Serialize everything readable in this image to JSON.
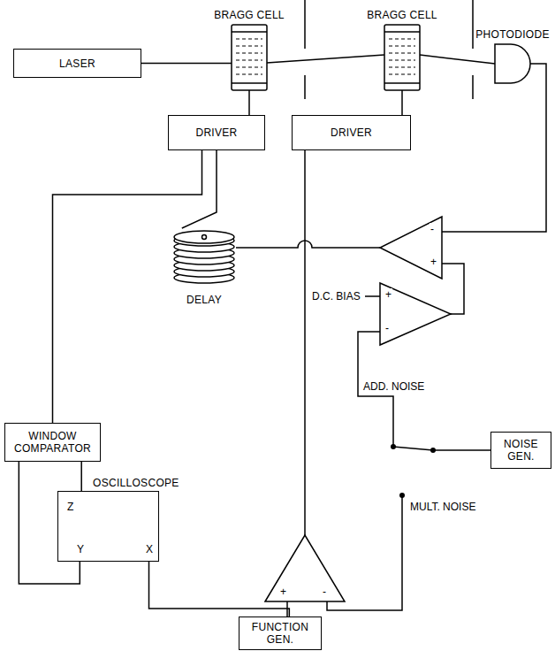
{
  "diagram": {
    "nodes": [
      {
        "text": [
          "LASER"
        ]
      },
      {
        "text": [
          "BRAGG CELL"
        ]
      },
      {
        "text": [
          "BRAGG CELL"
        ]
      },
      {
        "text": [
          "PHOTODIODE"
        ]
      },
      {
        "text": [
          "DRIVER"
        ]
      },
      {
        "text": [
          "DRIVER"
        ]
      },
      {
        "text": [
          "DELAY"
        ]
      },
      {
        "text": [
          "WINDOW COMPARATOR"
        ]
      },
      {
        "text": [
          "OSCILLOSCOPE"
        ]
      },
      {
        "text": [
          "NOISE GEN."
        ]
      },
      {
        "text": [
          "FUNCTION GEN."
        ]
      }
    ],
    "edges": [
      {
        "from": 0,
        "to": 1,
        "arrow": "none"
      },
      {
        "from": 1,
        "to": 2,
        "arrow": "none"
      },
      {
        "from": 2,
        "to": 3,
        "arrow": "none"
      },
      {
        "from": 4,
        "to": 1,
        "arrow": "none"
      },
      {
        "from": 5,
        "to": 2,
        "arrow": "none"
      },
      {
        "from": 4,
        "to": 6,
        "arrow": "none"
      },
      {
        "from": 4,
        "to": 7,
        "arrow": "none"
      },
      {
        "from": 7,
        "to": 8,
        "arrow": "none"
      },
      {
        "from": 7,
        "to": 8,
        "arrow": "none"
      },
      {
        "from": 10,
        "to": 8,
        "arrow": "none"
      }
    ],
    "labels": [
      "D.C. BIAS",
      "ADD. NOISE",
      "MULT. NOISE",
      "Z",
      "Y",
      "X",
      "-",
      "+",
      "+",
      "-",
      "+",
      "-"
    ]
  }
}
